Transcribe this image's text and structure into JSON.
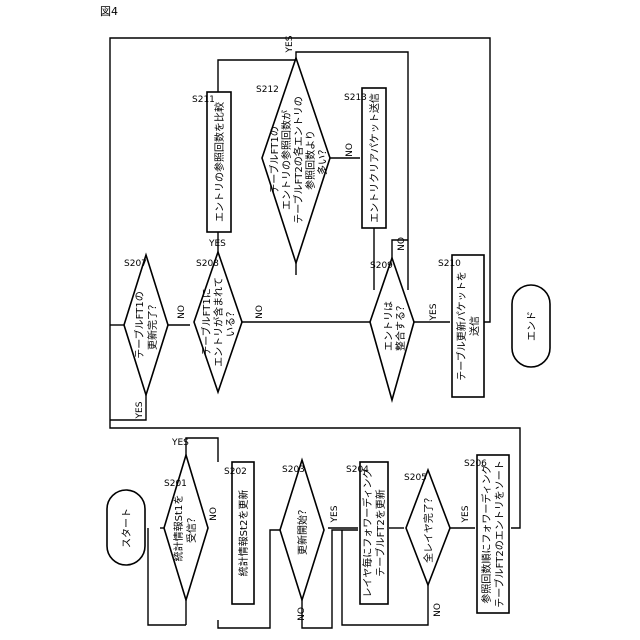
{
  "figure_label": "図4",
  "start": "スタート",
  "end": "エンド",
  "yes": "YES",
  "no": "NO",
  "steps": {
    "s201": {
      "id": "S201",
      "line1": "統計情報St1を",
      "line2": "受信？"
    },
    "s202": {
      "id": "S202",
      "line1": "統計情報St2を更新"
    },
    "s203": {
      "id": "S203",
      "line1": "更新開始？"
    },
    "s204": {
      "id": "S204",
      "line1": "レイヤ毎にフォワーディング",
      "line2": "テーブルFT2を更新"
    },
    "s205": {
      "id": "S205",
      "line1": "全レイヤ完了？"
    },
    "s206": {
      "id": "S206",
      "line1": "参照回数順にフォワーディング",
      "line2": "テーブルFT2のエントリをソート"
    },
    "s207": {
      "id": "S207",
      "line1": "テーブルFT1の",
      "line2": "更新完了？"
    },
    "s208": {
      "id": "S208",
      "line1": "テーブルFT1に",
      "line2": "エントリが含まれて",
      "line3": "いる？"
    },
    "s209": {
      "id": "S209",
      "line1": "エントリは",
      "line2": "整合する？"
    },
    "s210": {
      "id": "S210",
      "line1": "テーブル更新パケットを",
      "line2": "送信"
    },
    "s211": {
      "id": "S211",
      "line1": "エントリの参照回数を比較"
    },
    "s212": {
      "id": "S212",
      "line1": "テーブルFT1の",
      "line2": "エントリの参照回数が",
      "line3": "テーブルFT2の各エントリの",
      "line4": "参照回数より",
      "line5": "多い？"
    },
    "s213": {
      "id": "S213",
      "line1": "エントリクリアパケット送信"
    }
  }
}
